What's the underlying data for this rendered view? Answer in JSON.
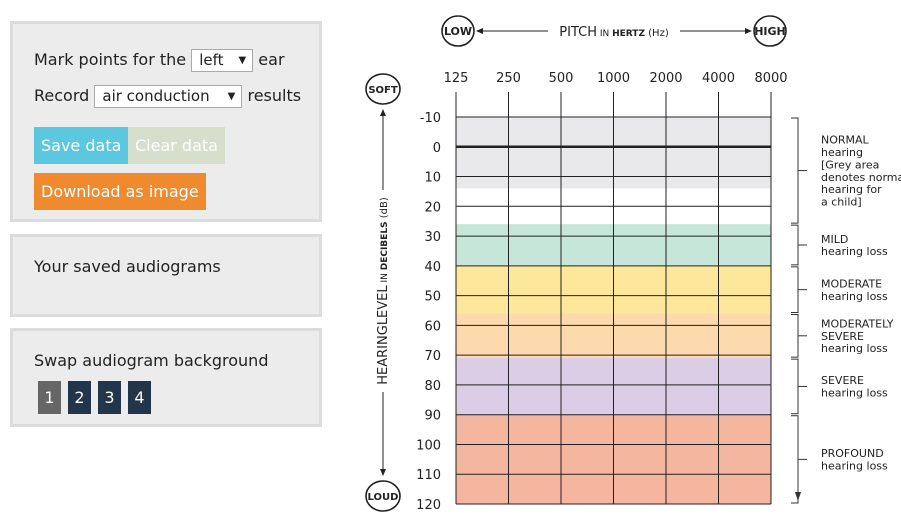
{
  "controls": {
    "mark_prefix": "Mark points for the",
    "ear_value": "left",
    "mark_suffix": "ear",
    "record_prefix": "Record",
    "conduction_value": "air conduction",
    "record_suffix": "results",
    "save_label": "Save data",
    "clear_label": "Clear data",
    "download_label": "Download as image"
  },
  "saved": {
    "title": "Your saved audiograms"
  },
  "swap": {
    "title": "Swap audiogram background",
    "options": [
      "1",
      "2",
      "3",
      "4"
    ],
    "selected": "1"
  },
  "colors": {
    "save": "#5bc8e0",
    "clear": "#d6dfcc",
    "download": "#ef8a2e",
    "swap_active": "#666666",
    "swap_inactive": "#22354a",
    "band_normal": "#e9e9eb",
    "band_mild": "#c7e6da",
    "band_moderate": "#fde79a",
    "band_modsevere": "#fdd9ae",
    "band_severe": "#dccde6",
    "band_profound": "#f4b69f"
  },
  "chart_data": {
    "type": "audiogram",
    "pitch_title": "PITCH",
    "pitch_in": "IN",
    "pitch_unit": "HERTZ",
    "pitch_abbr": "(Hz)",
    "low_label": "LOW",
    "high_label": "HIGH",
    "frequencies": [
      "125",
      "250",
      "500",
      "1000",
      "2000",
      "4000",
      "8000"
    ],
    "soft_label": "SOFT",
    "loud_label": "LOUD",
    "level_title": "HEARINGLEVEL",
    "level_in": "IN",
    "level_unit": "DECIBELS",
    "level_abbr": "(dB)",
    "db_ticks": [
      -10,
      0,
      10,
      20,
      30,
      40,
      50,
      60,
      70,
      80,
      90,
      100,
      110,
      120
    ],
    "ylim": [
      -10,
      120
    ],
    "bands": [
      {
        "from": -10,
        "to": 14,
        "color_key": "band_normal"
      },
      {
        "from": 26,
        "to": 40,
        "color_key": "band_mild"
      },
      {
        "from": 40,
        "to": 56,
        "color_key": "band_moderate"
      },
      {
        "from": 56,
        "to": 71,
        "color_key": "band_modsevere"
      },
      {
        "from": 71,
        "to": 90,
        "color_key": "band_severe"
      },
      {
        "from": 90,
        "to": 120,
        "color_key": "band_profound"
      }
    ],
    "categories": [
      {
        "from": -10,
        "to": 26,
        "lines": [
          "NORMAL",
          "hearing",
          "[Grey area",
          "denotes normal",
          "hearing for",
          "a child]"
        ]
      },
      {
        "from": 26,
        "to": 40,
        "lines": [
          "MILD",
          "hearing loss"
        ]
      },
      {
        "from": 40,
        "to": 56,
        "lines": [
          "MODERATE",
          "hearing loss"
        ]
      },
      {
        "from": 56,
        "to": 71,
        "lines": [
          "MODERATELY",
          "SEVERE",
          "hearing loss"
        ]
      },
      {
        "from": 71,
        "to": 90,
        "lines": [
          "SEVERE",
          "hearing loss"
        ]
      },
      {
        "from": 90,
        "to": 120,
        "lines": [
          "PROFOUND",
          "hearing loss"
        ]
      }
    ]
  }
}
